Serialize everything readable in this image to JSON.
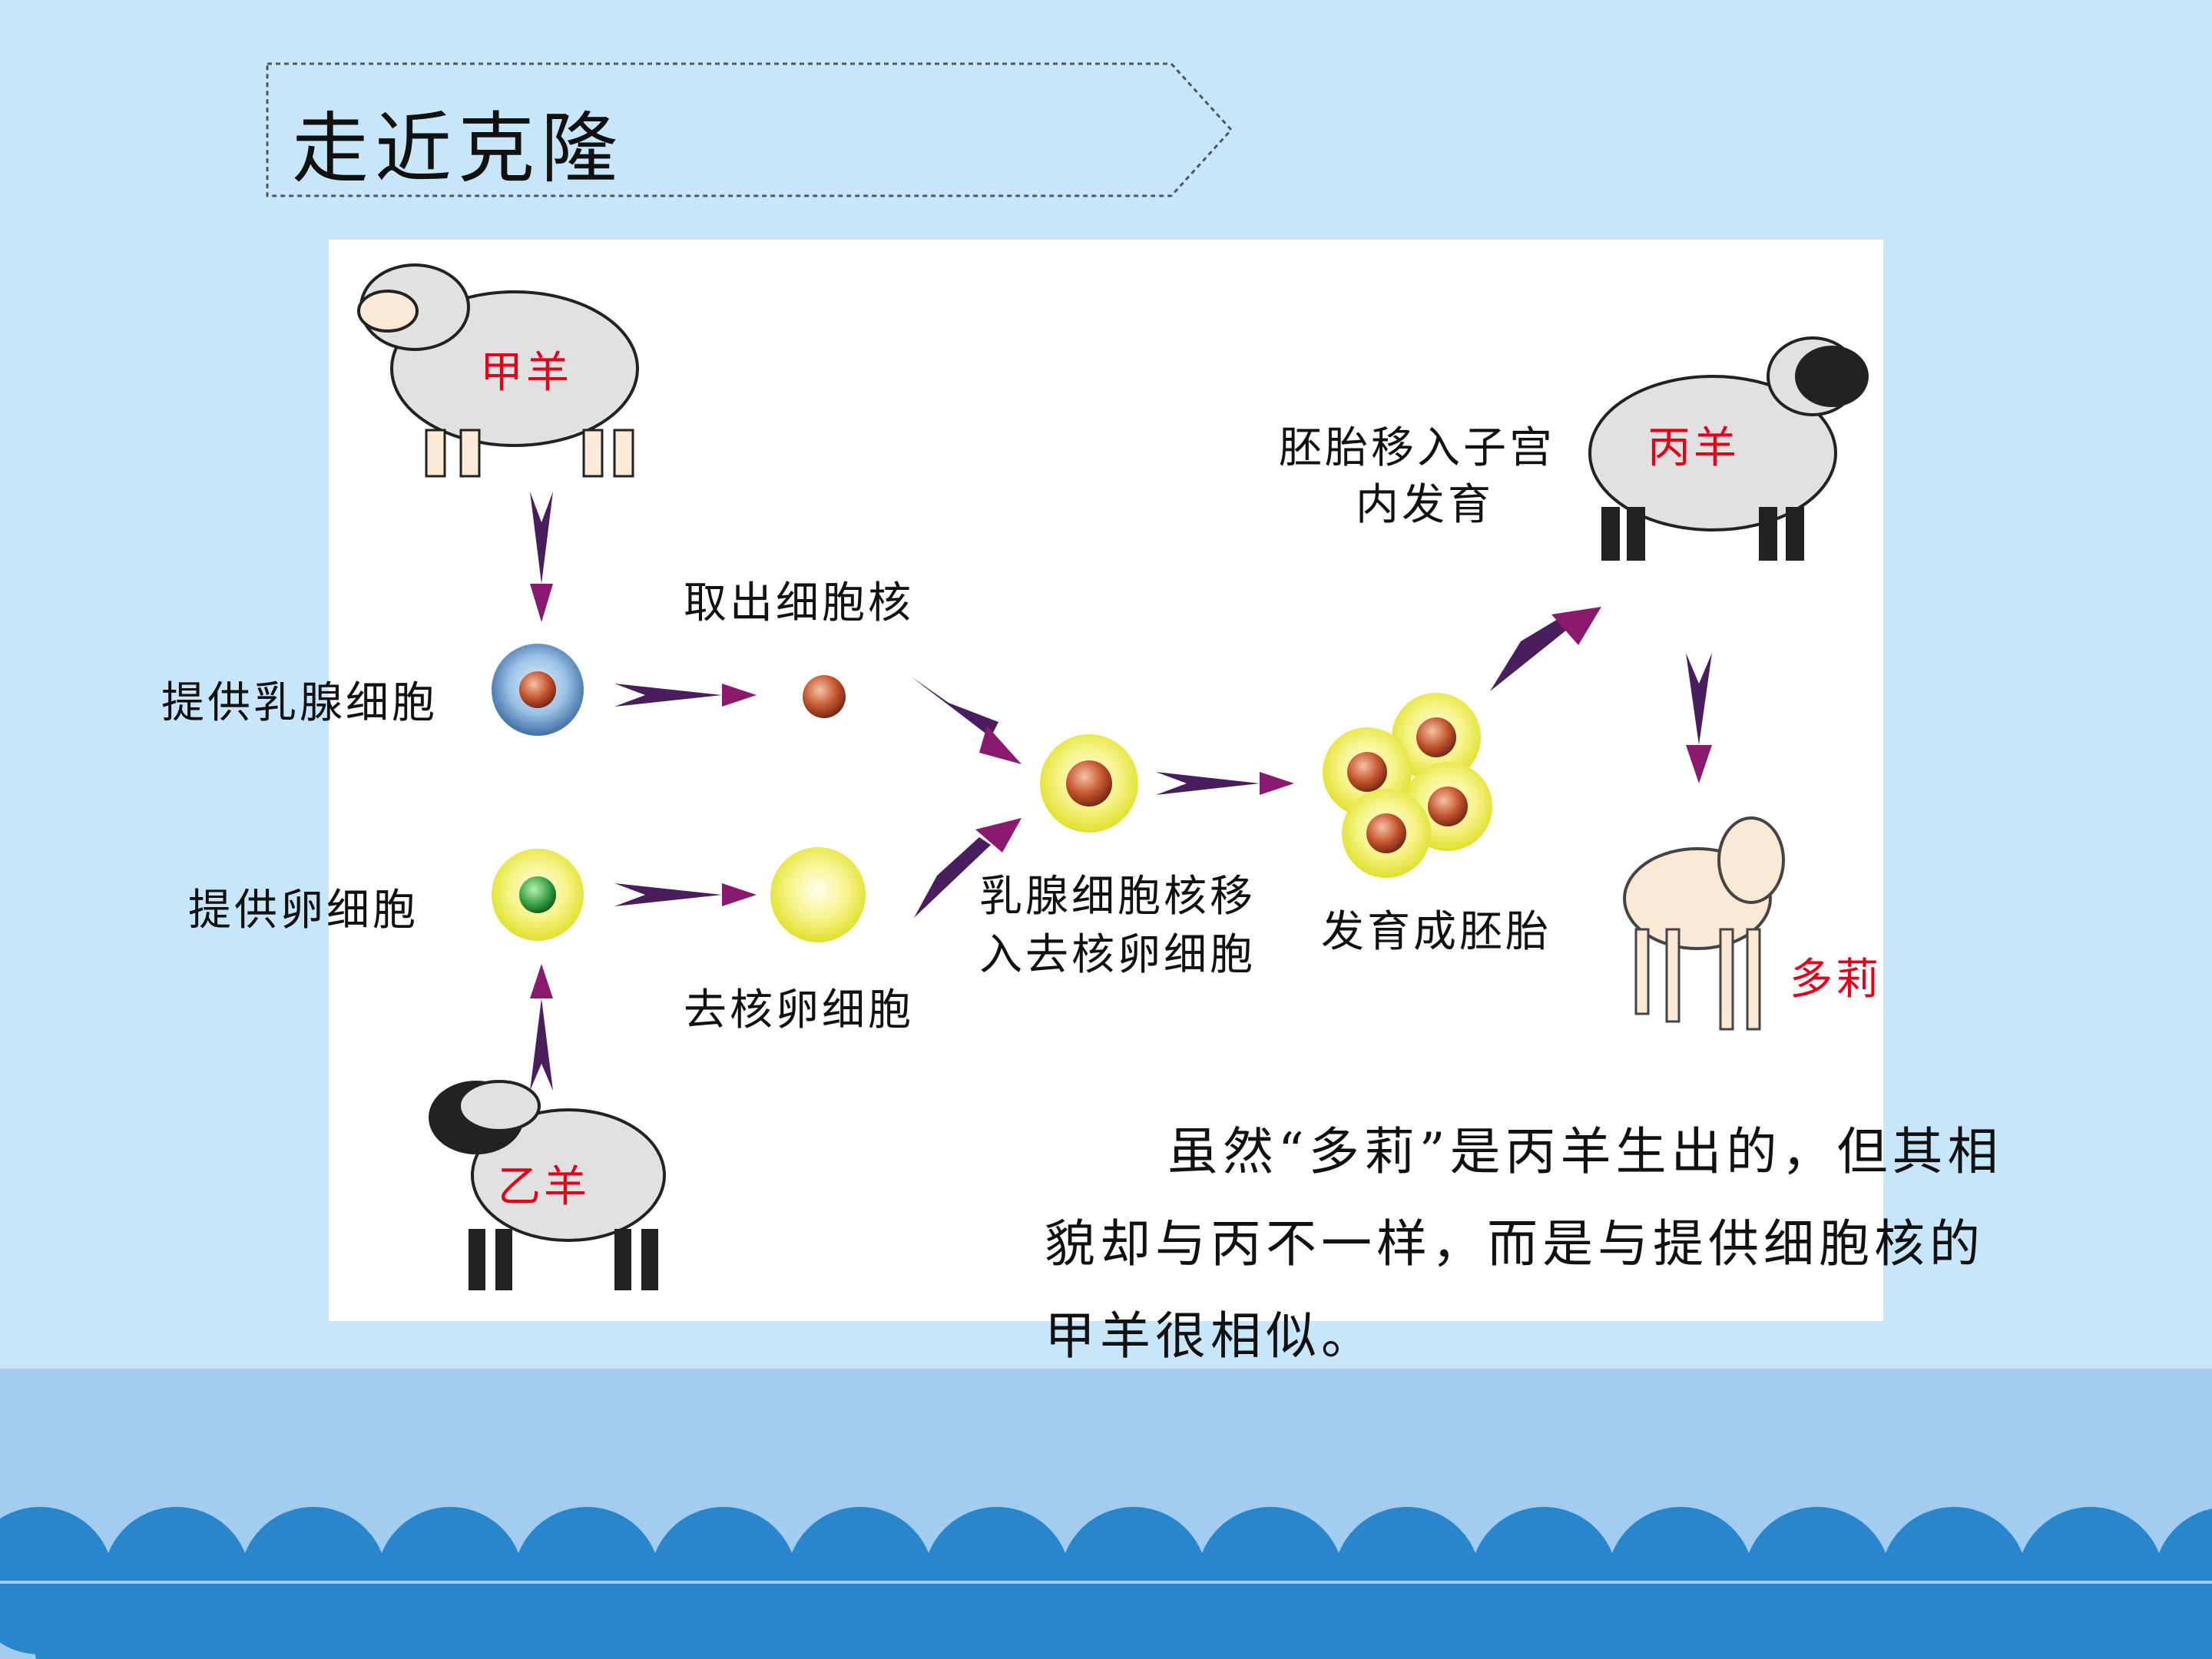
{
  "slide": {
    "title": "走近克隆"
  },
  "diagram": {
    "sheep_a_label": "甲羊",
    "sheep_b_label": "乙羊",
    "sheep_c_label": "丙羊",
    "lamb_label": "多莉",
    "provide_mammary_cell": "提供乳腺细胞",
    "provide_egg_cell": "提供卵细胞",
    "extract_nucleus": "取出细胞核",
    "enucleated_egg": "去核卵细胞",
    "transfer_line1": "乳腺细胞核移",
    "transfer_line2": "入去核卵细胞",
    "develop_embryo": "发育成胚胎",
    "implant_line1": "胚胎移入子宫",
    "implant_line2": "内发育"
  },
  "caption": {
    "text": "虽然“多莉”是丙羊生出的，但其相貌却与丙不一样，而是与提供细胞核的甲羊很相似。"
  },
  "colors": {
    "background": "#c7e6f9",
    "band": "#a2cdf0",
    "wave": "#2a86cc",
    "arrow": "#4a1e5e",
    "arrow_head": "#8a1a6e",
    "label_red": "#e2001a"
  }
}
